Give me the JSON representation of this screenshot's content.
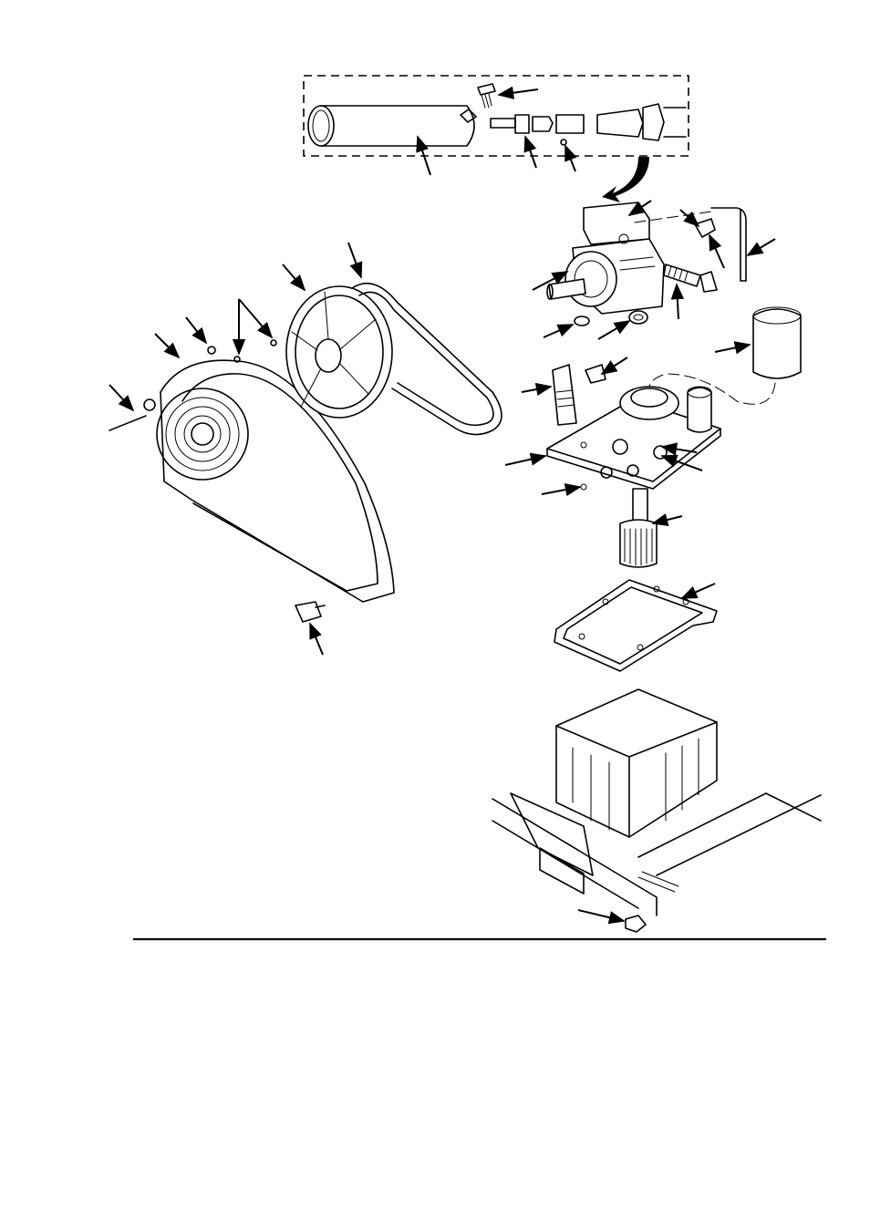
{
  "figure": {
    "kind": "exploded-parts-illustration",
    "labels_present": false,
    "colors": {
      "ink": "#000000",
      "paper": "#ffffff"
    },
    "parts": [
      "tube",
      "screw",
      "swivel-fitting",
      "connector",
      "nozzle-adapter",
      "bracket",
      "hydraulic-pump",
      "o-ring",
      "washer",
      "elbow-fitting",
      "hose-fitting",
      "tube-line",
      "oil-filter",
      "filter-head-plate",
      "suction-strainer",
      "gasket",
      "reservoir",
      "nut",
      "belt-guard",
      "fan-pulley",
      "v-belt",
      "rivet",
      "bolt",
      "latch"
    ]
  }
}
